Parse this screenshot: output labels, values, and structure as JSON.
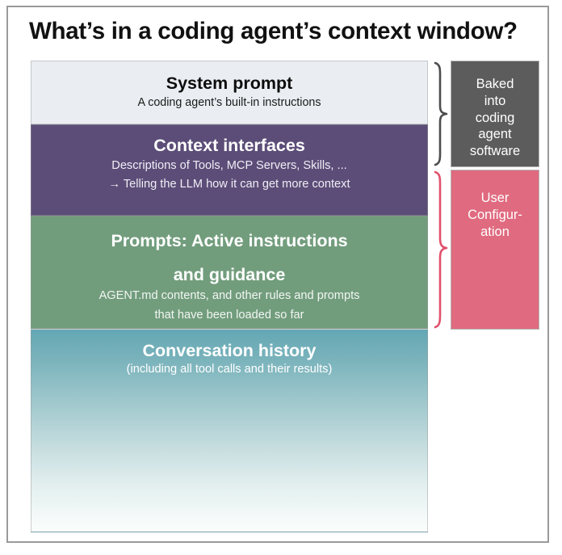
{
  "title": "What’s in a coding agent’s context window?",
  "colors": {
    "frame_border": "#9a9a9a",
    "system_prompt_bg": "#eaeef2",
    "context_interfaces_bg": "#5c4d78",
    "prompts_bg": "#729d7d",
    "conversation_history_top": "#63a7b4",
    "conversation_history_bottom": "#fbfdfc",
    "baked_box_bg": "#5c5c5c",
    "user_config_box_bg": "#e06a7f",
    "baked_brace": "#4d4d4d",
    "user_config_brace": "#e0516d"
  },
  "layers": [
    {
      "id": "system",
      "title": "System prompt",
      "subtitle_lines": [
        "A coding agent’s built-in instructions"
      ]
    },
    {
      "id": "interfaces",
      "title": "Context interfaces",
      "subtitle_lines": [
        "Descriptions of Tools, MCP Servers, Skills, ...",
        "→ Telling the LLM how it can get more context"
      ]
    },
    {
      "id": "prompts",
      "title_lines": [
        "Prompts: Active instructions",
        "and guidance"
      ],
      "subtitle_lines": [
        "AGENT.md contents, and other rules and prompts",
        "that have been loaded so far"
      ]
    },
    {
      "id": "history",
      "title": "Conversation history",
      "subtitle_lines": [
        "(including all tool calls and their results)"
      ]
    }
  ],
  "annotations": [
    {
      "id": "baked",
      "lines": [
        "Baked",
        "into",
        "coding",
        "agent",
        "software"
      ],
      "spans": [
        "system",
        "interfaces"
      ]
    },
    {
      "id": "user-configuration",
      "lines": [
        "User",
        "Configur-",
        "ation"
      ],
      "spans": [
        "interfaces",
        "prompts"
      ]
    }
  ]
}
